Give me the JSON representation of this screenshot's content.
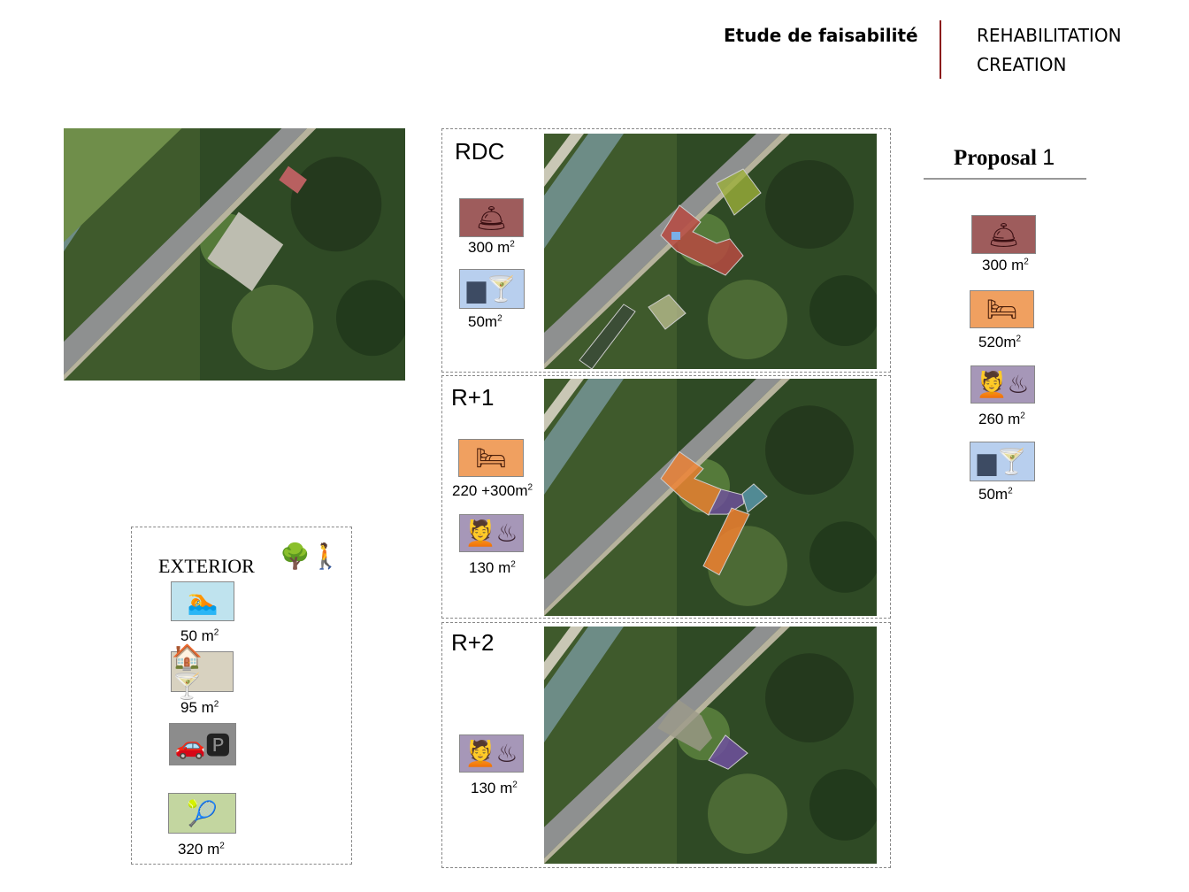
{
  "header": {
    "title": "Etude de faisabilité",
    "line1": "REHABILITATION",
    "line2": "CREATION"
  },
  "levels": [
    {
      "label": "RDC",
      "items": [
        {
          "icon": "restaurant-icon",
          "area": "300 m",
          "sup": "2",
          "color": "#9e5c5c"
        },
        {
          "icon": "reception-bar-icon",
          "area": "50m",
          "sup": "2",
          "color": "#b8cfee"
        }
      ]
    },
    {
      "label": "R+1",
      "items": [
        {
          "icon": "hotel-bed-icon",
          "area": "220 +300m",
          "sup": "2",
          "color": "#f0a060"
        },
        {
          "icon": "spa-massage-icon",
          "area": "130 m",
          "sup": "2",
          "color": "#a697b8"
        }
      ]
    },
    {
      "label": "R+2",
      "items": [
        {
          "icon": "spa-massage-icon",
          "area": "130 m",
          "sup": "2",
          "color": "#a697b8"
        }
      ]
    }
  ],
  "proposal": {
    "title": "Proposal",
    "number": "1",
    "items": [
      {
        "icon": "restaurant-icon",
        "area": "300 m",
        "sup": "2",
        "color": "#9e5c5c"
      },
      {
        "icon": "hotel-bed-icon",
        "area": "520m",
        "sup": "2",
        "color": "#f0a060"
      },
      {
        "icon": "spa-massage-icon",
        "area": "260 m",
        "sup": "2",
        "color": "#a697b8"
      },
      {
        "icon": "reception-bar-icon",
        "area": "50m",
        "sup": "2",
        "color": "#b8cfee"
      }
    ]
  },
  "exterior": {
    "title": "EXTERIOR",
    "items": [
      {
        "icon": "swimming-pool-icon",
        "area": "50 m",
        "sup": "2",
        "color": "#bfe3ee"
      },
      {
        "icon": "barn-bar-icon",
        "area": "95 m",
        "sup": "2",
        "color": "#d8d2c0"
      },
      {
        "icon": "parking-icon",
        "area": "",
        "sup": "",
        "color": "#8c8c8c"
      },
      {
        "icon": "tennis-icon",
        "area": "320 m",
        "sup": "2",
        "color": "#c3d6a0"
      }
    ]
  }
}
